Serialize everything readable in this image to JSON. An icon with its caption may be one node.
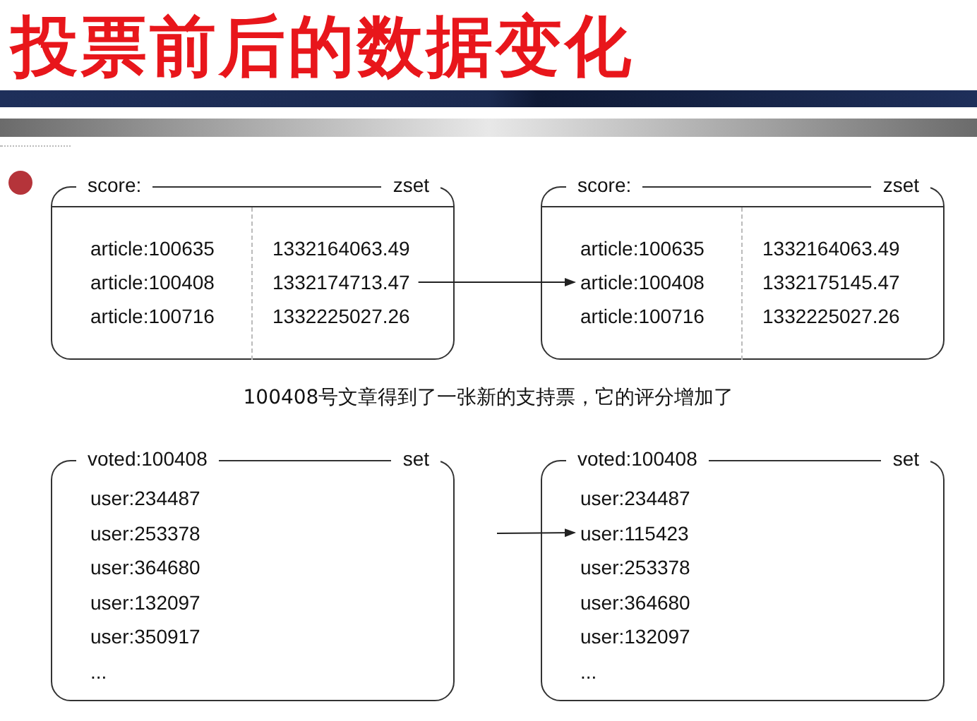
{
  "diagram": {
    "title": "投票前后的数据变化",
    "nodes": [
      {
        "text": [
          "score:",
          "zset"
        ]
      },
      {
        "text": [
          "article:100635",
          "1332164063.49"
        ],
        "in": 0
      },
      {
        "text": [
          "article:100408",
          "1332174713.47"
        ],
        "in": 0
      },
      {
        "text": [
          "article:100716",
          "1332225027.26"
        ],
        "in": 0
      },
      {
        "text": [
          "score:",
          "zset"
        ]
      },
      {
        "text": [
          "article:100635",
          "1332164063.49"
        ],
        "in": 4
      },
      {
        "text": [
          "article:100408",
          "1332175145.47"
        ],
        "in": 4
      },
      {
        "text": [
          "article:100716",
          "1332225027.26"
        ],
        "in": 4
      },
      {
        "text": [
          "voted:100408",
          "set"
        ]
      },
      {
        "text": [
          "user:234487"
        ],
        "in": 8
      },
      {
        "text": [
          "user:253378"
        ],
        "in": 8
      },
      {
        "text": [
          "user:364680"
        ],
        "in": 8
      },
      {
        "text": [
          "user:132097"
        ],
        "in": 8
      },
      {
        "text": [
          "user:350917"
        ],
        "in": 8
      },
      {
        "text": [
          "..."
        ],
        "in": 8
      },
      {
        "text": [
          "voted:100408",
          "set"
        ]
      },
      {
        "text": [
          "user:234487"
        ],
        "in": 15
      },
      {
        "text": [
          "user:115423"
        ],
        "in": 15
      },
      {
        "text": [
          "user:253378"
        ],
        "in": 15
      },
      {
        "text": [
          "user:364680"
        ],
        "in": 15
      },
      {
        "text": [
          "user:132097"
        ],
        "in": 15
      },
      {
        "text": [
          "..."
        ],
        "in": 15
      }
    ],
    "edges": [
      {
        "from": 2,
        "to": 6,
        "arrow": "to"
      },
      {
        "from": null,
        "to": 17,
        "arrow": "to"
      }
    ],
    "labels": [
      "100408号文章得到了一张新的支持票，它的评分增加了"
    ]
  }
}
